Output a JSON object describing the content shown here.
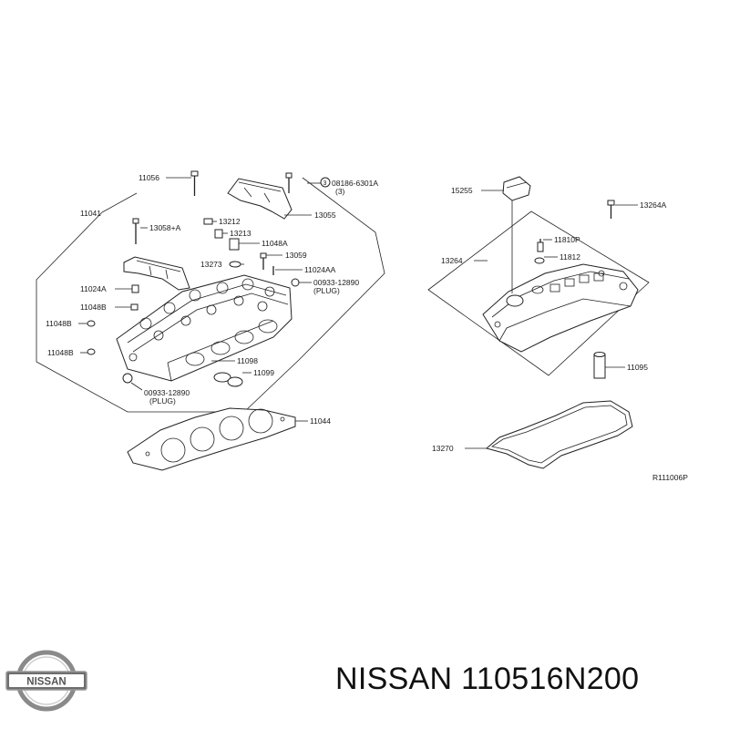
{
  "diagram": {
    "callouts": {
      "c11056": "11056",
      "c08186": "08186-6301A",
      "c08186_qty": "(3)",
      "c13055": "13055",
      "c11041": "11041",
      "c13058": "13058+A",
      "c13212": "13212",
      "c13213": "13213",
      "c11048A": "11048A",
      "c13273": "13273",
      "c13059": "13059",
      "c11024AA": "11024AA",
      "c11024A": "11024A",
      "c00933_r": "00933-12890",
      "c00933_r_plug": "(PLUG)",
      "c11048B_1": "11048B",
      "c11048B_2": "11048B",
      "c11048B_3": "11048B",
      "c11098": "11098",
      "c11099": "11099",
      "c00933_b": "00933-12890",
      "c00933_b_plug": "(PLUG)",
      "c11044": "11044",
      "c15255": "15255",
      "c13264A": "13264A",
      "c11810P": "11810P",
      "c13264": "13264",
      "c11812": "11812",
      "c11095": "11095",
      "c13270": "13270",
      "ref_code": "R111006P"
    }
  },
  "footer": {
    "brand_logo_text": "NISSAN",
    "part_number": "NISSAN 110516N200"
  },
  "colors": {
    "ink": "#222222",
    "logo_silver": "#8a8a8a",
    "logo_band": "#6e6e6e",
    "background": "#ffffff"
  }
}
